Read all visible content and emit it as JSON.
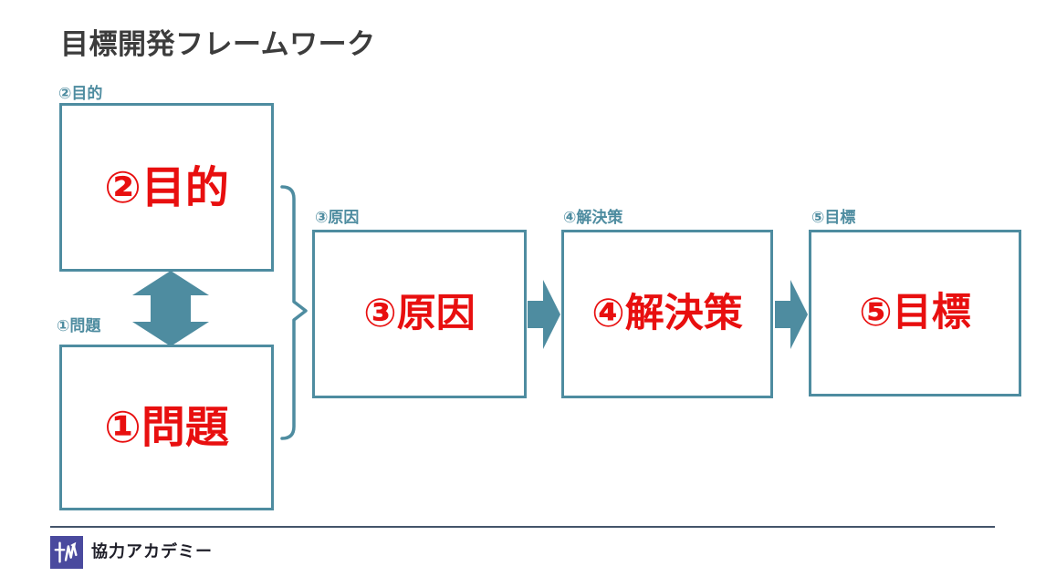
{
  "title": "目標開発フレームワーク",
  "colors": {
    "teal": "#4E8CA0",
    "red": "#E80F0F",
    "title_ink": "#3C3C3C",
    "footer_line": "#44546A",
    "logo_bg": "#4A4A9E",
    "footer_ink": "#1E1E28"
  },
  "diagram": {
    "boxes": [
      {
        "id": "purpose",
        "caption": "②目的",
        "text": "②目的"
      },
      {
        "id": "problem",
        "caption": "①問題",
        "text": "①問題"
      },
      {
        "id": "cause",
        "caption": "③原因",
        "text": "③原因"
      },
      {
        "id": "solution",
        "caption": "④解決策",
        "text": "④解決策"
      },
      {
        "id": "goal",
        "caption": "⑤目標",
        "text": "⑤目標"
      }
    ],
    "connectors": [
      {
        "type": "double-arrow-vertical",
        "between": [
          "purpose",
          "problem"
        ]
      },
      {
        "type": "brace-pointing-right",
        "from": [
          "purpose",
          "problem"
        ],
        "to": "cause"
      },
      {
        "type": "arrow-right",
        "from": "cause",
        "to": "solution"
      },
      {
        "type": "arrow-right",
        "from": "solution",
        "to": "goal"
      }
    ]
  },
  "footer": {
    "brand": "協力アカデミー",
    "logo_icon": "kyoryoku-academy-logo"
  }
}
